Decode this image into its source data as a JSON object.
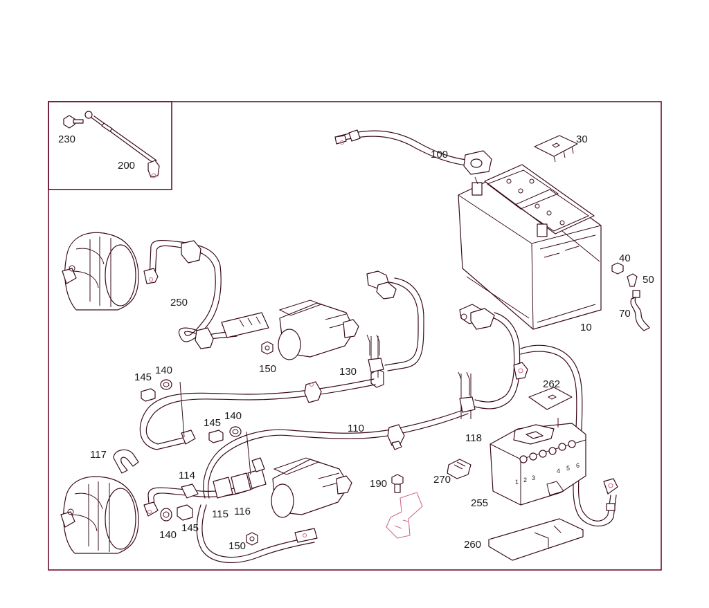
{
  "colors": {
    "frame": "#6b0f2a",
    "line": "#3a0a18",
    "highlight": "#d16a8a"
  },
  "callouts": {
    "c230": "230",
    "c200": "200",
    "c100": "100",
    "c30": "30",
    "c40": "40",
    "c50": "50",
    "c70": "70",
    "c10": "10",
    "c250": "250",
    "c150a": "150",
    "c130": "130",
    "c145a": "145",
    "c140a": "140",
    "c145b": "145",
    "c140b": "140",
    "c110": "110",
    "c118": "118",
    "c262": "262",
    "c117": "117",
    "c114": "114",
    "c115": "115",
    "c116": "116",
    "c190": "190",
    "c270": "270",
    "c255": "255",
    "c140c": "140",
    "c145c": "145",
    "c150b": "150",
    "c260": "260"
  },
  "fuse_numbers": [
    "1",
    "2",
    "3",
    "4",
    "5",
    "6"
  ]
}
